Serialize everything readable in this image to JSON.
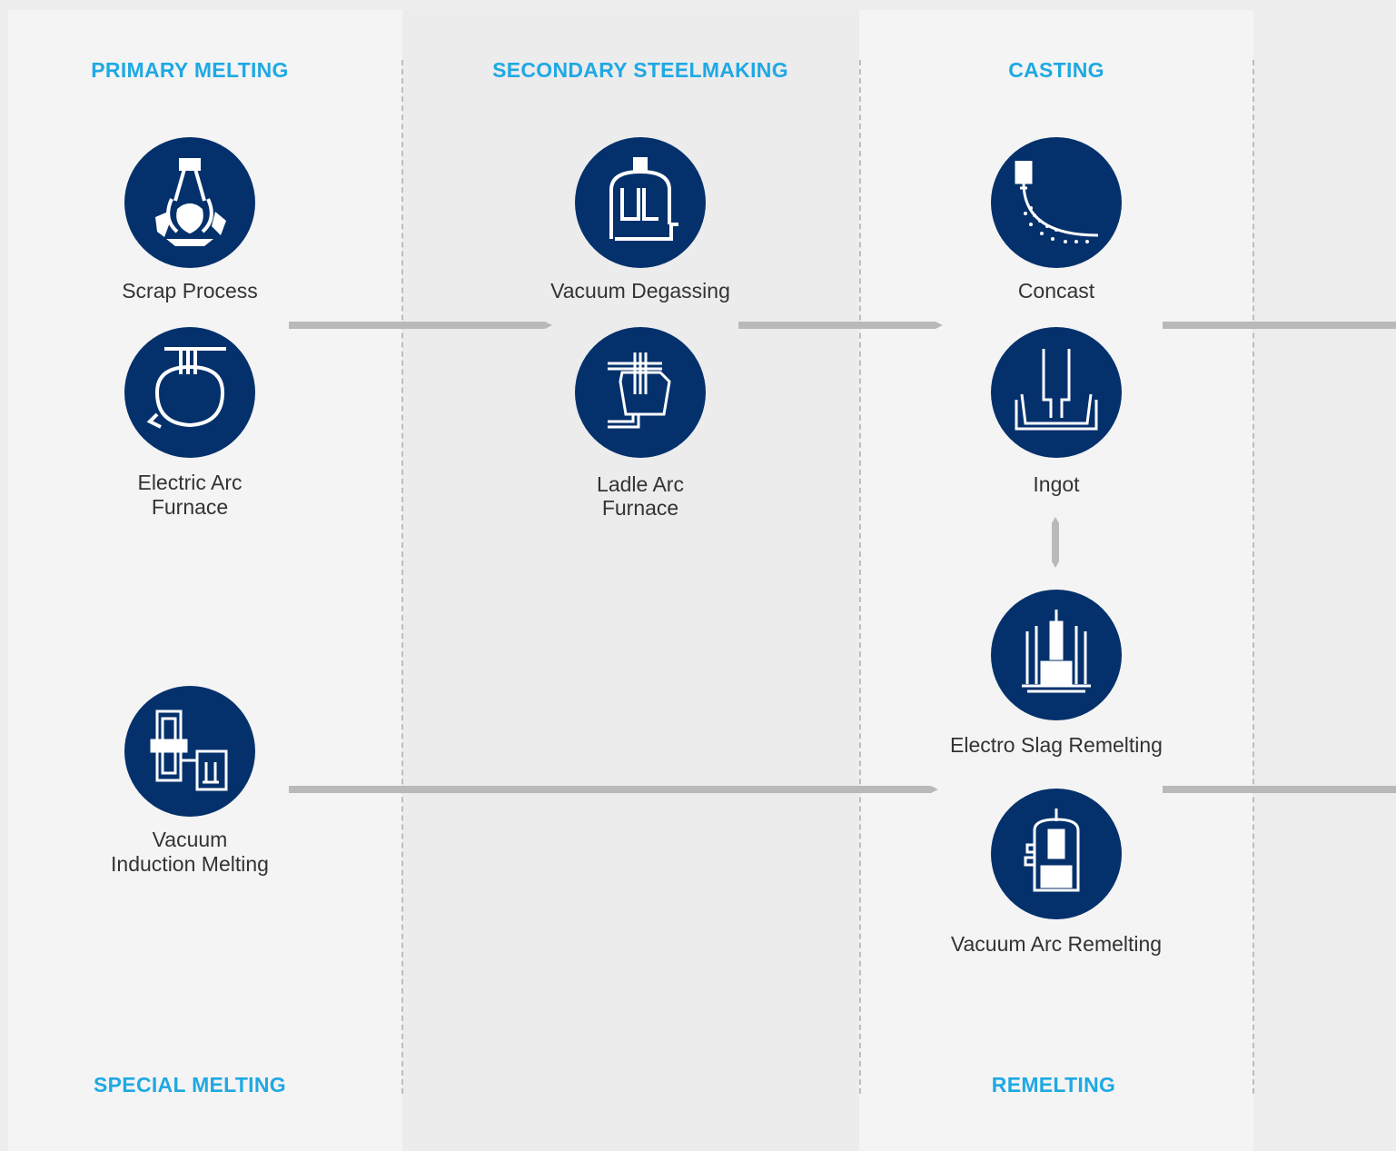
{
  "columns": {
    "primary_melting": "PRIMARY MELTING",
    "secondary_steelmaking": "SECONDARY STEELMAKING",
    "casting": "CASTING",
    "special_melting": "SPECIAL MELTING",
    "remelting": "REMELTING"
  },
  "nodes": {
    "scrap_process": "Scrap Process",
    "electric_arc_furnace": "Electric Arc\nFurnace",
    "vacuum_induction_melting": "Vacuum\nInduction Melting",
    "vacuum_degassing": "Vacuum Degassing",
    "ladle_arc_furnace": "Ladle Arc\nFurnace",
    "concast": "Concast",
    "ingot": "Ingot",
    "electro_slag_remelting": "Electro Slag Remelting",
    "vacuum_arc_remelting": "Vacuum Arc Remelting"
  },
  "colors": {
    "heading": "#1fa9e3",
    "circle": "#04316c",
    "arrow": "#b9b9b9",
    "text": "#333333"
  },
  "icons": {
    "scrap_process": "scrap-grab-icon",
    "electric_arc_furnace": "arc-furnace-icon",
    "vacuum_induction_melting": "induction-furnace-icon",
    "vacuum_degassing": "degassing-vessel-icon",
    "ladle_arc_furnace": "ladle-furnace-icon",
    "concast": "continuous-caster-icon",
    "ingot": "ingot-mould-icon",
    "electro_slag_remelting": "esr-furnace-icon",
    "vacuum_arc_remelting": "var-furnace-icon"
  }
}
